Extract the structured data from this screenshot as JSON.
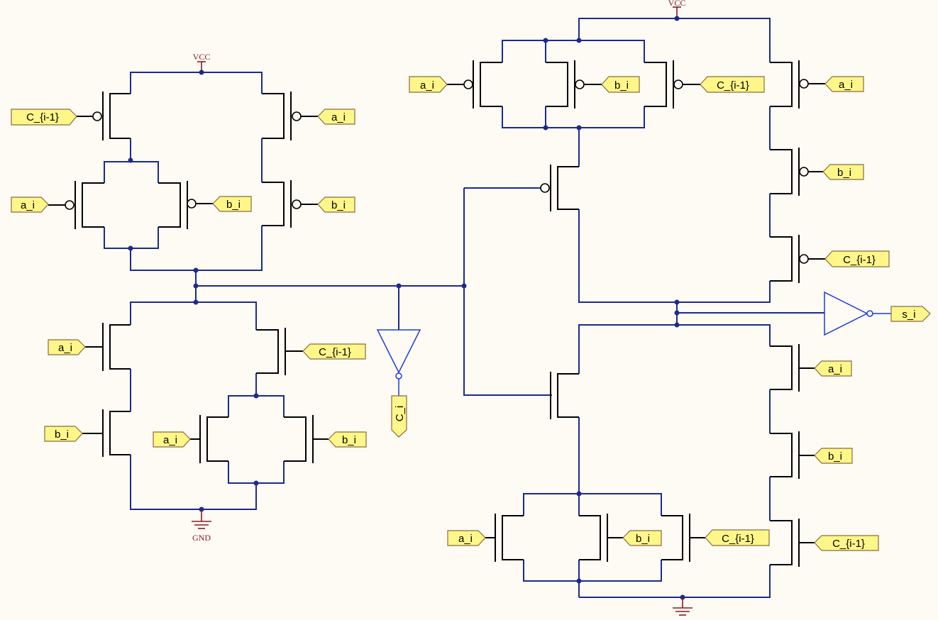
{
  "power": {
    "vcc_label": "VCC",
    "gnd_label": "GND"
  },
  "signals": {
    "a": "a_i",
    "b": "b_i",
    "c": "C_{i-1}",
    "carry_out": "C_i",
    "sum_out": "s_i"
  },
  "colors": {
    "wire": "#1c2b8a",
    "port_fill": "#fff68a",
    "power": "#8b1a1a",
    "buffer": "#1c3ae0",
    "background": "#fdfbf4"
  }
}
